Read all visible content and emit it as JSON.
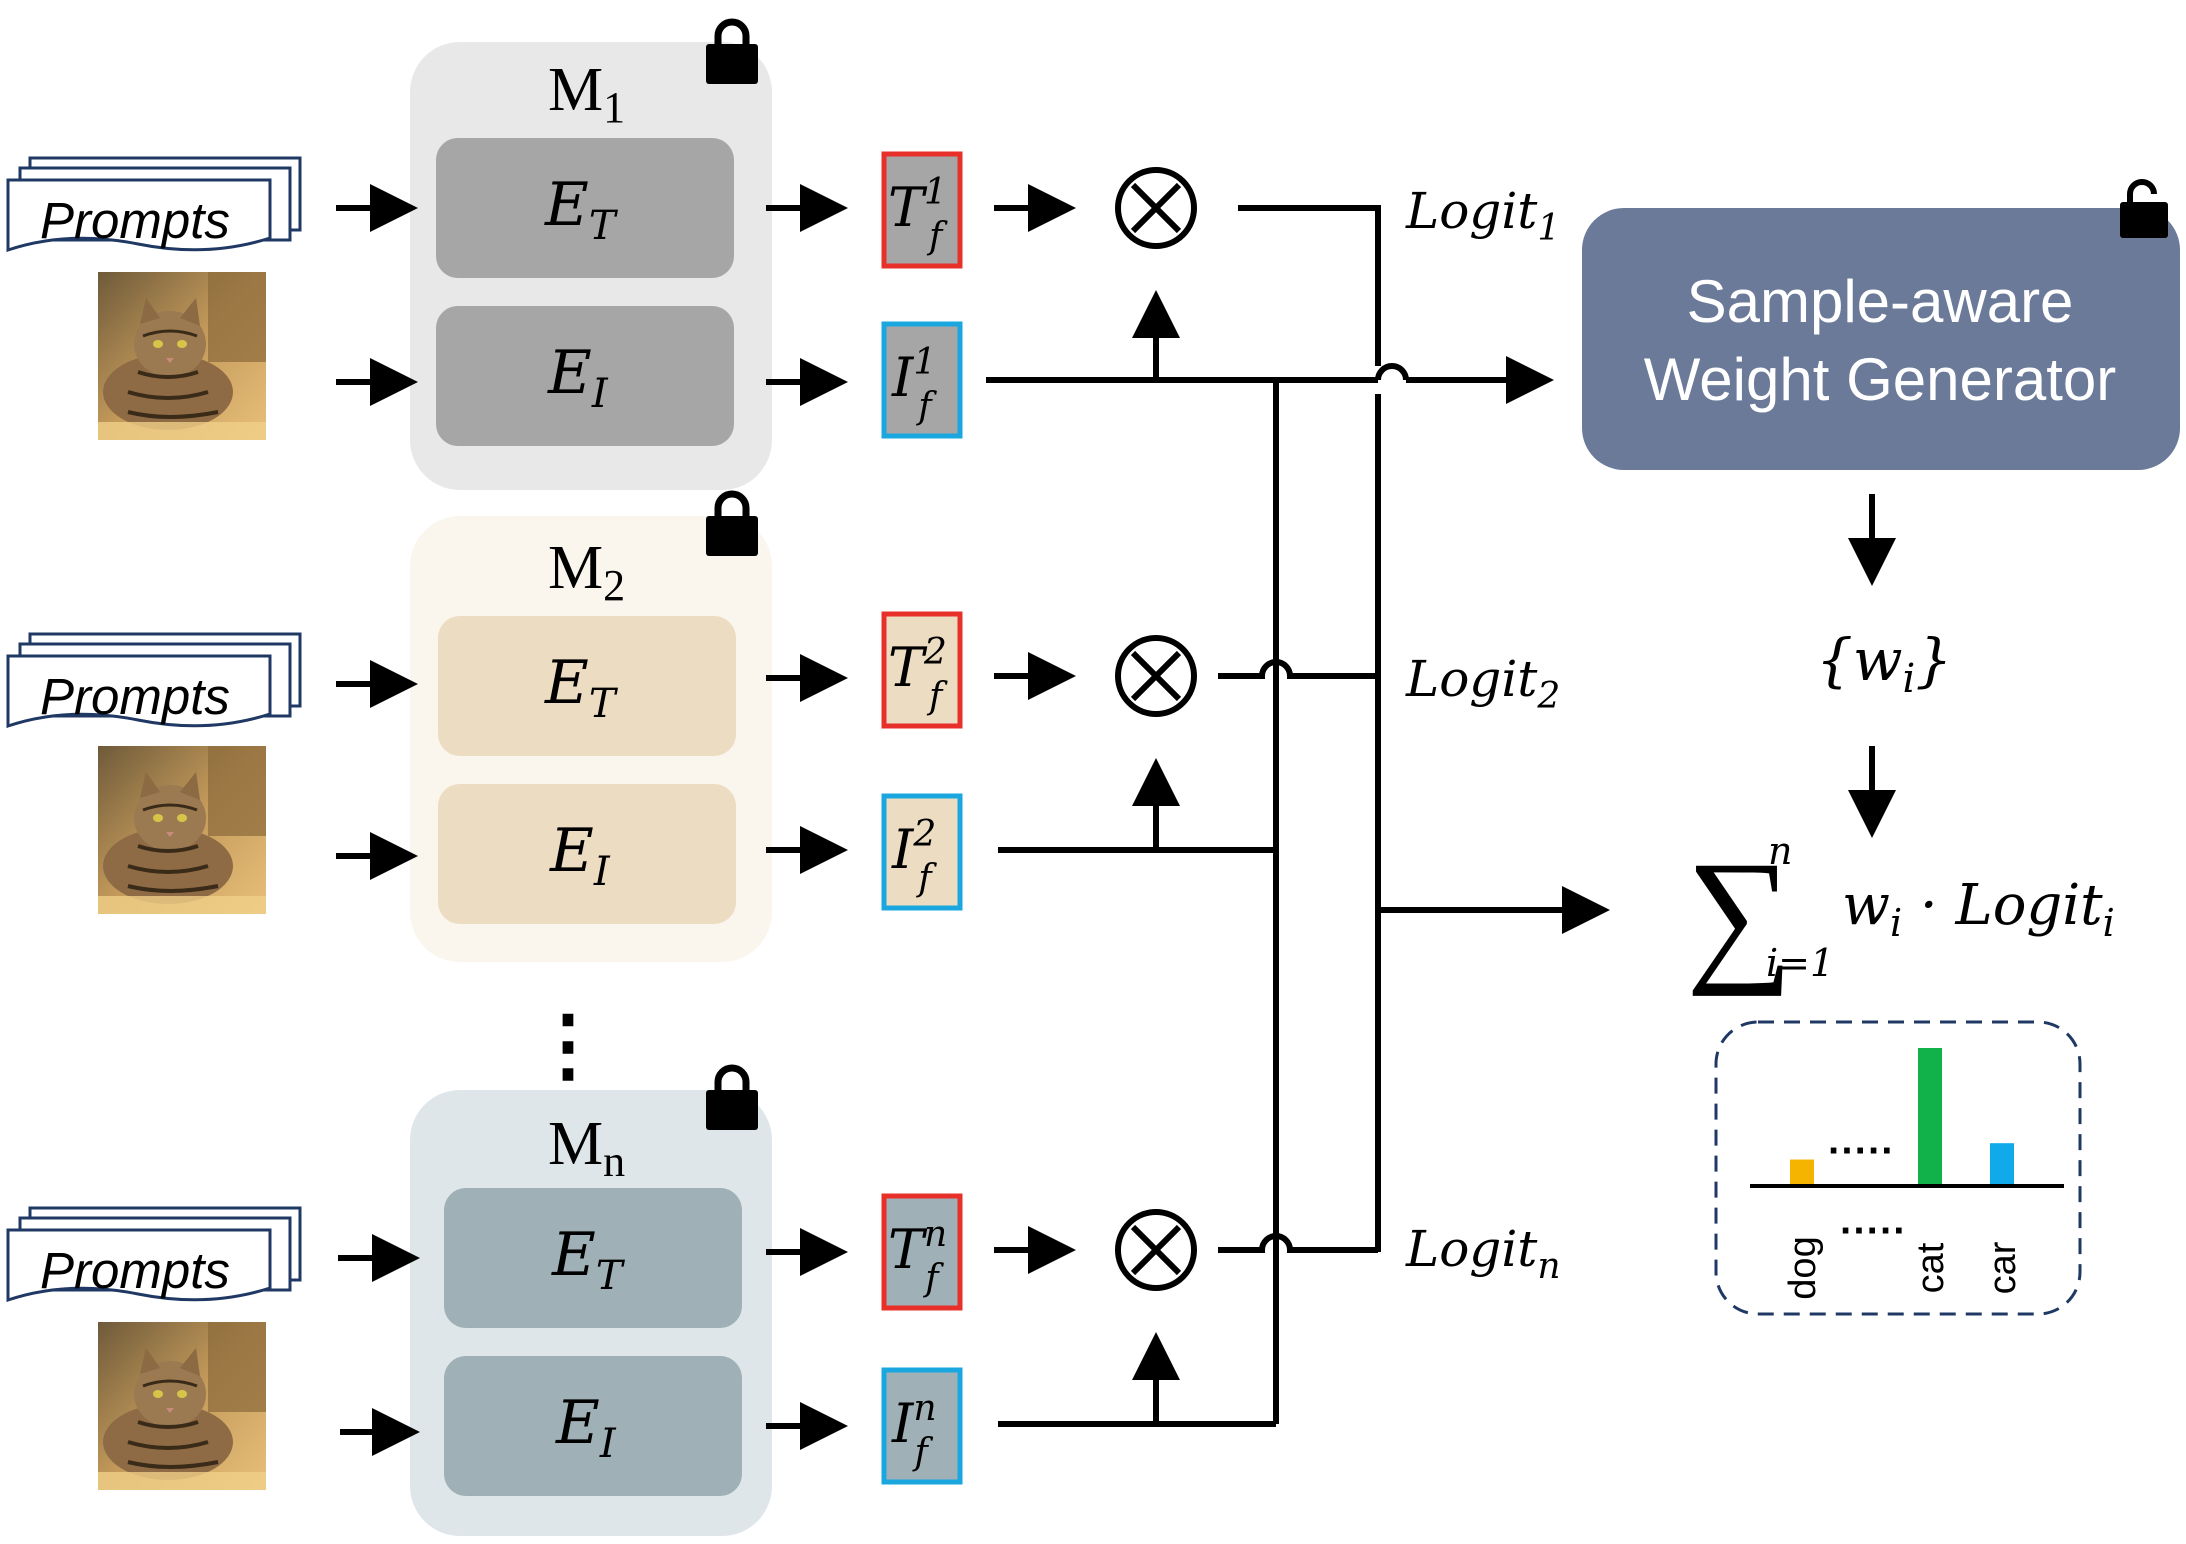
{
  "modules": [
    {
      "id": "m1",
      "label": "M",
      "sub": "1",
      "fill": "#e8e8e8",
      "encoder_fill": "#a6a6a6",
      "locked": true
    },
    {
      "id": "m2",
      "label": "M",
      "sub": "2",
      "fill": "#faf6ee",
      "encoder_fill": "#ecdcc1",
      "locked": true
    },
    {
      "id": "mn",
      "label": "M",
      "sub": "n",
      "fill": "#dfe6e9",
      "encoder_fill": "#9fb1b6",
      "locked": true
    }
  ],
  "encoder_text": {
    "base": "E",
    "sub": "T"
  },
  "encoder_image": {
    "base": "E",
    "sub": "I"
  },
  "prompts_label": "Prompts",
  "text_features": [
    {
      "base": "T",
      "sub": "f",
      "sup": "1"
    },
    {
      "base": "T",
      "sub": "f",
      "sup": "2"
    },
    {
      "base": "T",
      "sub": "f",
      "sup": "n"
    }
  ],
  "image_features": [
    {
      "base": "I",
      "sub": "f",
      "sup": "1"
    },
    {
      "base": "I",
      "sub": "f",
      "sup": "2"
    },
    {
      "base": "I",
      "sub": "f",
      "sup": "n"
    }
  ],
  "multiply_symbol": "⊗",
  "logits": [
    {
      "base": "Logit",
      "sub": "1"
    },
    {
      "base": "Logit",
      "sub": "2"
    },
    {
      "base": "Logit",
      "sub": "n"
    }
  ],
  "ellipsis": "⋮",
  "generator": {
    "line1": "Sample-aware",
    "line2": "Weight Generator",
    "fill": "#6b7a99",
    "locked": false
  },
  "weights_label": "{w",
  "weights_sub": "i",
  "weights_close": "}",
  "sum": {
    "symbol": "∑",
    "upper": "n",
    "lower": "i=1",
    "w": "w",
    "w_sub": "i",
    "dot": " · ",
    "logit": "Logit",
    "logit_sub": "i"
  },
  "colors": {
    "text_feature_border": "#e8302a",
    "image_feature_border": "#1aa7e0",
    "feature_fill": "#a6a6a6",
    "lock": "#000000"
  },
  "icons": {
    "lock_closed": "lock-icon",
    "lock_open": "unlock-icon",
    "image": "cat-image"
  },
  "chart_data": {
    "type": "bar",
    "categories": [
      "dog",
      "·····",
      "cat",
      "car"
    ],
    "values": [
      0.18,
      null,
      1.0,
      0.3
    ],
    "colors": [
      "#f5b400",
      null,
      "#12b24b",
      "#10aaea"
    ],
    "title": "",
    "xlabel": "",
    "ylabel": ""
  }
}
